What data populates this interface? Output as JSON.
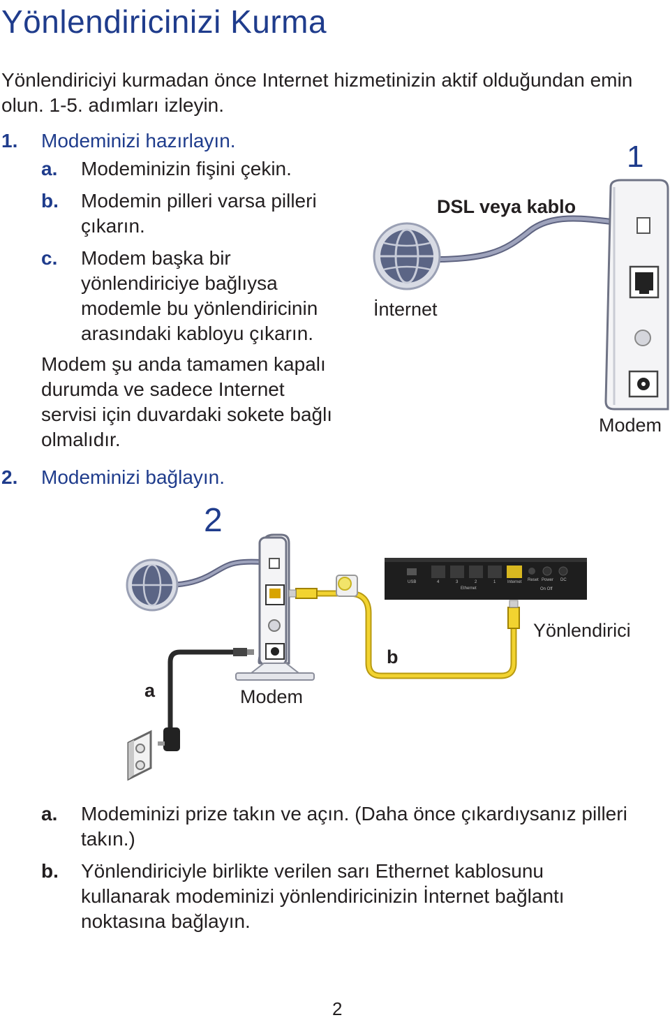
{
  "title": "Yönlendiricinizi Kurma",
  "intro_line1": "Yönlendiriciyi kurmadan önce Internet hizmetinizin aktif olduğundan emin",
  "intro_line2": "olun. 1-5. adımları izleyin.",
  "step1": {
    "number": "1.",
    "text": "Modeminizi hazırlayın.",
    "items": [
      {
        "marker": "a.",
        "lines": [
          "Modeminizin fişini çekin."
        ]
      },
      {
        "marker": "b.",
        "lines": [
          "Modemin pilleri varsa pilleri",
          "çıkarın."
        ]
      },
      {
        "marker": "c.",
        "lines": [
          "Modem başka bir",
          "yönlendiriciye bağlıysa",
          "modemle bu yönlendiricinin",
          "arasındaki kabloyu çıkarın."
        ]
      }
    ],
    "note_lines": [
      "Modem şu anda tamamen kapalı",
      "durumda ve sadece Internet",
      "servisi için duvardaki sokete bağlı",
      "olmalıdır."
    ]
  },
  "step2": {
    "number": "2.",
    "text": "Modeminizi bağlayın.",
    "items": [
      {
        "marker": "a.",
        "lines": [
          "Modeminizi prize takın ve açın. (Daha önce çıkardıysanız pilleri",
          "takın.)"
        ]
      },
      {
        "marker": "b.",
        "lines": [
          "Yönlendiriciyle birlikte verilen sarı Ethernet kablosunu",
          "kullanarak modeminizi yönlendiricinizin İnternet bağlantı",
          "noktasına bağlayın."
        ]
      }
    ]
  },
  "diagram1": {
    "step_label": "1",
    "cable_label": "DSL veya kablo",
    "internet_label": "İnternet",
    "modem_label": "Modem"
  },
  "diagram2": {
    "step_label": "2",
    "label_a": "a",
    "label_b": "b",
    "modem_label": "Modem",
    "router_label": "Yönlendirici",
    "port_labels": [
      "USB",
      "4",
      "3",
      "2",
      "1",
      "Internet",
      "Reset",
      "Power",
      "DC",
      "Ethernet",
      "On Off"
    ]
  },
  "page_number": "2",
  "colors": {
    "title_blue": "#1f3c8c",
    "cable_grey": "#8a8fa8",
    "ethernet_yellow": "#f2d330",
    "text": "#231f20"
  }
}
